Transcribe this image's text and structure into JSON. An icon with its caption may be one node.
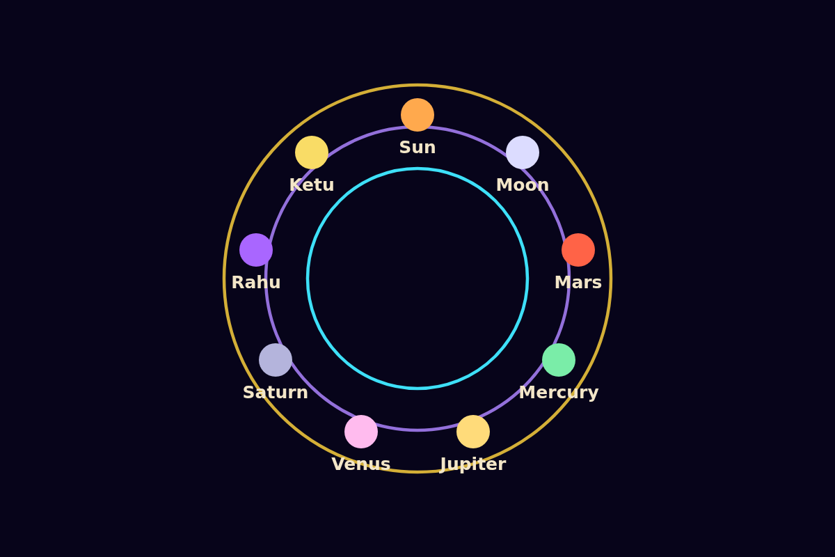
{
  "diagram": {
    "nodes": [
      {
        "text": [
          "Sun"
        ]
      },
      {
        "text": [
          "Ketu"
        ]
      },
      {
        "text": [
          "Moon"
        ]
      },
      {
        "text": [
          "Rahu"
        ]
      },
      {
        "text": [
          "Mars"
        ]
      },
      {
        "text": [
          "Saturn"
        ]
      },
      {
        "text": [
          "Mercury"
        ]
      },
      {
        "text": [
          "Venus"
        ]
      },
      {
        "text": [
          "Jupiter"
        ]
      }
    ]
  }
}
